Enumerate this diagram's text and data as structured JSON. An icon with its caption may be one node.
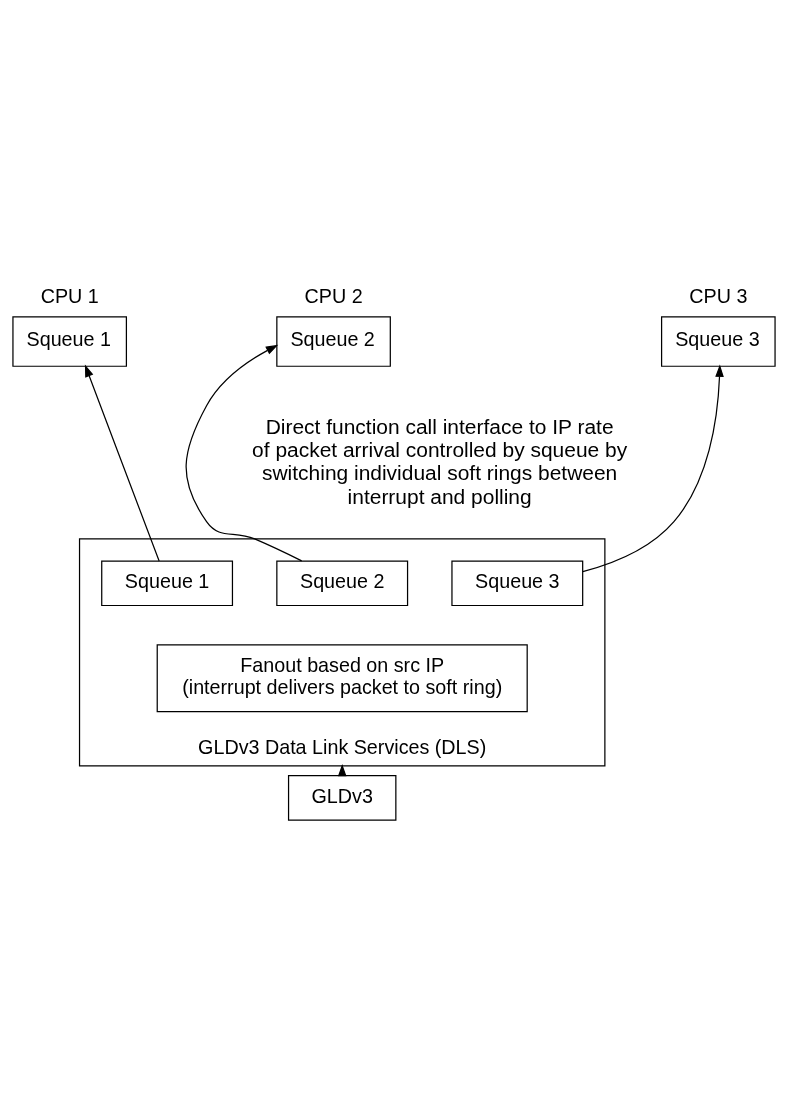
{
  "diagram": {
    "nodes": [
      {
        "text": [
          "CPU 1",
          "Squeue 1"
        ]
      },
      {
        "text": [
          "CPU 2",
          "Squeue 2"
        ]
      },
      {
        "text": [
          "CPU 3",
          "Squeue 3"
        ]
      },
      {
        "text": [
          "GLDv3 Data Link Services (DLS)"
        ]
      },
      {
        "text": [
          "Squeue 1"
        ],
        "in": 3
      },
      {
        "text": [
          "Squeue 2"
        ],
        "in": 3
      },
      {
        "text": [
          "Squeue 3"
        ],
        "in": 3
      },
      {
        "text": [
          "Fanout based on src IP",
          "(interrupt delivers packet to soft ring)"
        ],
        "in": 3
      },
      {
        "text": [
          "GLDv3"
        ]
      }
    ],
    "edges": [
      {
        "from": 4,
        "to": 0,
        "arrow": "to"
      },
      {
        "from": 5,
        "to": 1,
        "arrow": "to"
      },
      {
        "from": 6,
        "to": 2,
        "arrow": "to"
      },
      {
        "from": 8,
        "to": 3,
        "arrow": "to"
      }
    ],
    "labels": [
      "Direct function call interface to IP rate of packet arrival controlled by squeue by switching individual soft rings between interrupt and polling"
    ]
  }
}
